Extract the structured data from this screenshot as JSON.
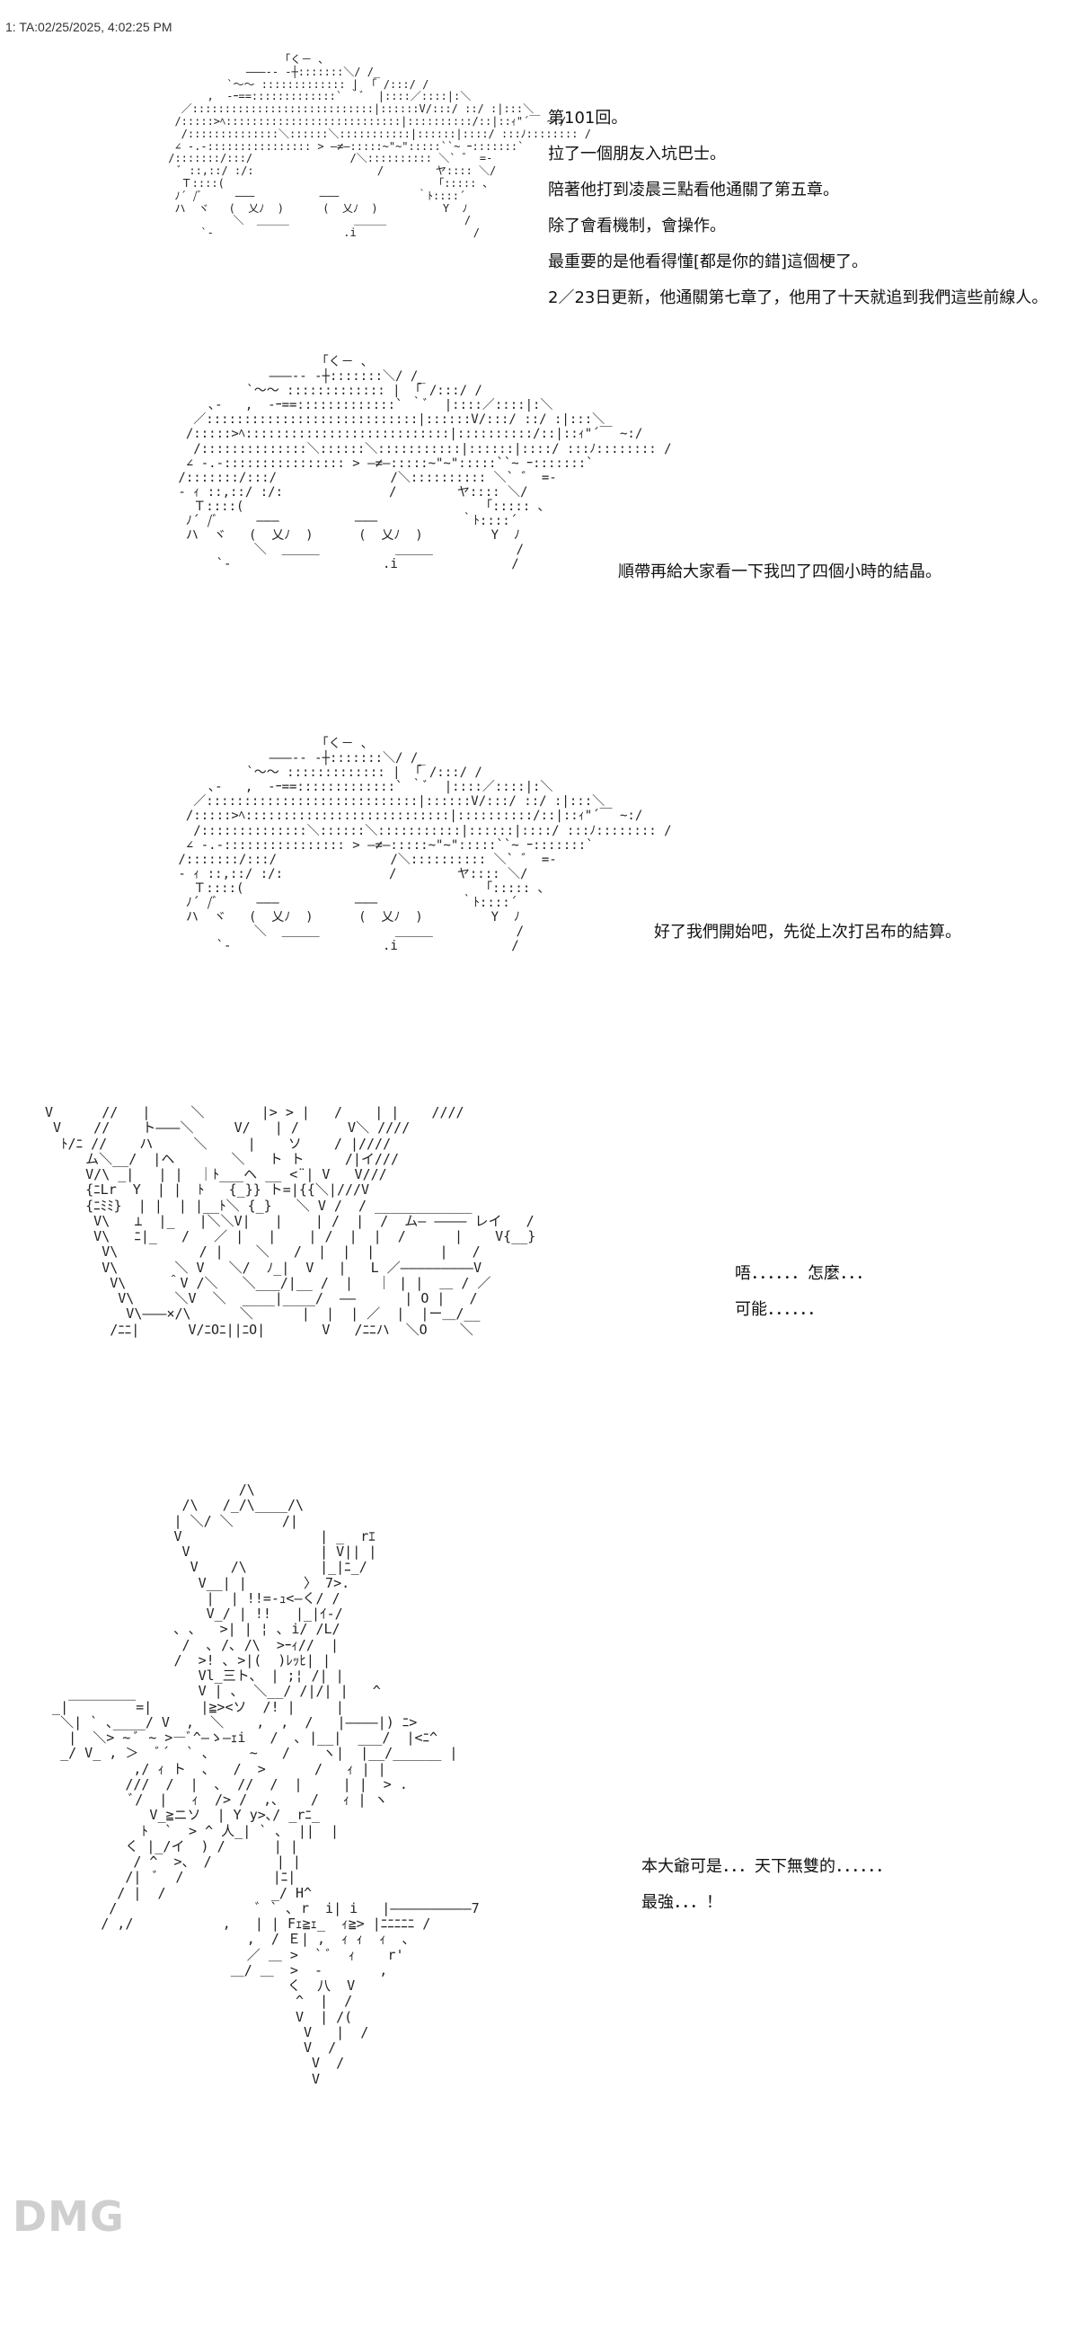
{
  "header": {
    "timestamp": "1: TA:02/25/2025, 4:02:25 PM"
  },
  "panels": [
    {
      "art": "face-1",
      "lines": [
        "第101回。",
        "拉了一個朋友入坑巴士。",
        "陪著他打到凌晨三點看他通關了第五章。",
        "除了會看機制，會操作。",
        "最重要的是他看得懂[都是你的錯]這個梗了。",
        "2／23日更新，他通關第七章了，他用了十天就追到我們這些前線人。"
      ]
    },
    {
      "art": "face-2",
      "lines": [
        "順帶再給大家看一下我凹了四個小時的結晶。"
      ]
    },
    {
      "art": "face-3",
      "lines": [
        "好了我們開始吧，先從上次打呂布的結算。"
      ]
    },
    {
      "art": "figure-1",
      "lines": [
        "唔．．．．．．怎麼．．．",
        "可能．．．．．．"
      ]
    },
    {
      "art": "figure-2",
      "lines": [
        "本大爺可是．．．天下無雙的．．．．．．",
        "最強．．．！"
      ]
    }
  ],
  "watermark": {
    "text": "DMG",
    "sub": ""
  }
}
